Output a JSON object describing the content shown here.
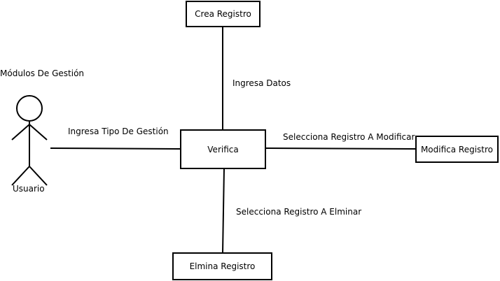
{
  "diagram": {
    "actor": {
      "title": "Módulos De Gestión",
      "name": "Usuario"
    },
    "nodes": {
      "center": "Verifica",
      "top": "Crea Registro",
      "right": "Modifica Registro",
      "bottom": "Elmina Registro"
    },
    "edges": {
      "actor_to_center": "Ingresa Tipo De Gestión",
      "center_to_top": "Ingresa Datos",
      "center_to_right": "Selecciona Registro A Modificar",
      "center_to_bottom": "Selecciona Registro A Elminar"
    }
  }
}
